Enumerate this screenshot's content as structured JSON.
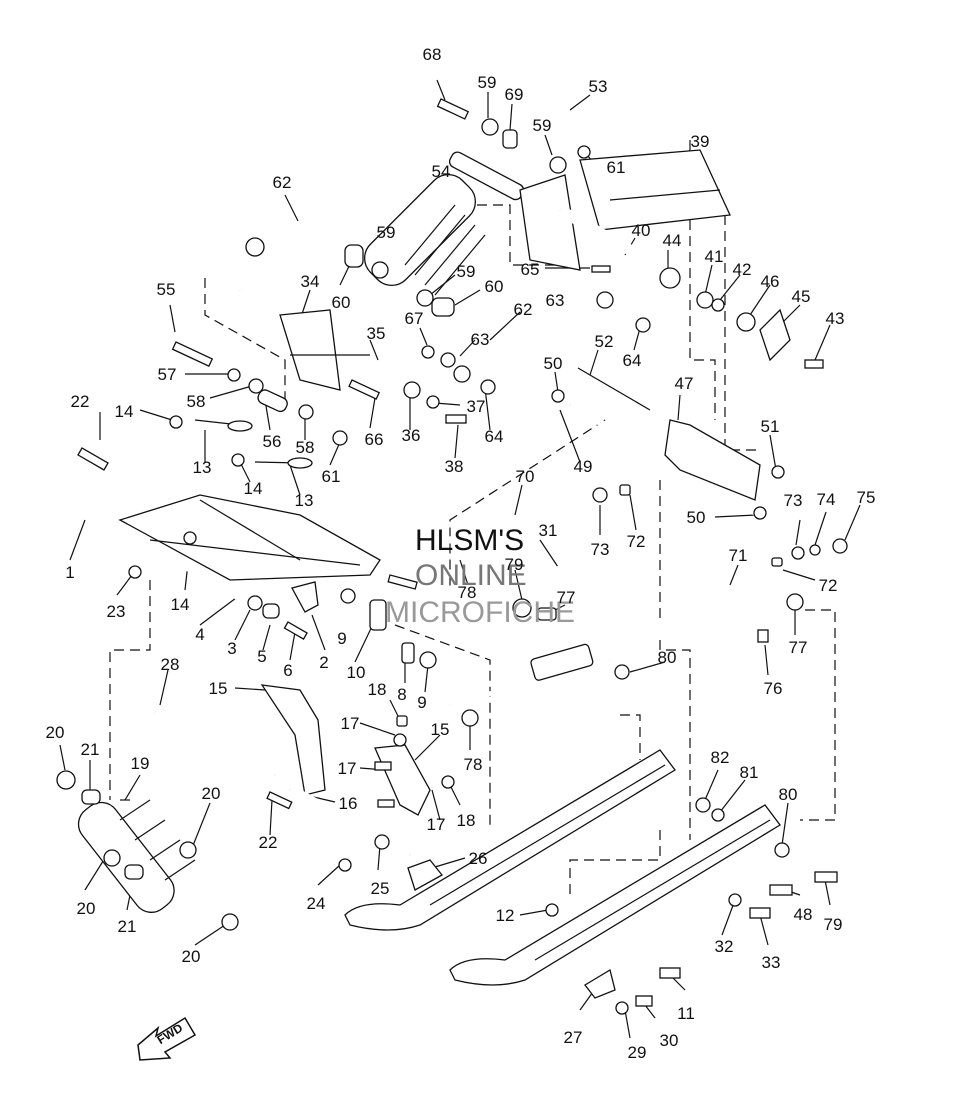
{
  "watermark": {
    "line1": "HLSM'S",
    "line2": "ONLINE",
    "line3": "MICROFICHE"
  },
  "fwd_label": "FWD",
  "labels": [
    {
      "id": "68",
      "text": "68"
    },
    {
      "id": "59a",
      "text": "59"
    },
    {
      "id": "69",
      "text": "69"
    },
    {
      "id": "53",
      "text": "53"
    },
    {
      "id": "59b",
      "text": "59"
    },
    {
      "id": "61a",
      "text": "61"
    },
    {
      "id": "39",
      "text": "39"
    },
    {
      "id": "62a",
      "text": "62"
    },
    {
      "id": "54",
      "text": "54"
    },
    {
      "id": "59c",
      "text": "59"
    },
    {
      "id": "40",
      "text": "40"
    },
    {
      "id": "44",
      "text": "44"
    },
    {
      "id": "65",
      "text": "65"
    },
    {
      "id": "41",
      "text": "41"
    },
    {
      "id": "42",
      "text": "42"
    },
    {
      "id": "46",
      "text": "46"
    },
    {
      "id": "45",
      "text": "45"
    },
    {
      "id": "34",
      "text": "34"
    },
    {
      "id": "60a",
      "text": "60"
    },
    {
      "id": "59d",
      "text": "59"
    },
    {
      "id": "60b",
      "text": "60"
    },
    {
      "id": "63a",
      "text": "63"
    },
    {
      "id": "62b",
      "text": "62"
    },
    {
      "id": "43",
      "text": "43"
    },
    {
      "id": "55",
      "text": "55"
    },
    {
      "id": "35",
      "text": "35"
    },
    {
      "id": "67",
      "text": "67"
    },
    {
      "id": "63b",
      "text": "63"
    },
    {
      "id": "52",
      "text": "52"
    },
    {
      "id": "64a",
      "text": "64"
    },
    {
      "id": "57",
      "text": "57"
    },
    {
      "id": "50a",
      "text": "50"
    },
    {
      "id": "47",
      "text": "47"
    },
    {
      "id": "22a",
      "text": "22"
    },
    {
      "id": "14a",
      "text": "14"
    },
    {
      "id": "58a",
      "text": "58"
    },
    {
      "id": "37",
      "text": "37"
    },
    {
      "id": "64b",
      "text": "64"
    },
    {
      "id": "51",
      "text": "51"
    },
    {
      "id": "56",
      "text": "56"
    },
    {
      "id": "58b",
      "text": "58"
    },
    {
      "id": "66",
      "text": "66"
    },
    {
      "id": "36",
      "text": "36"
    },
    {
      "id": "13a",
      "text": "13"
    },
    {
      "id": "61b",
      "text": "61"
    },
    {
      "id": "38",
      "text": "38"
    },
    {
      "id": "49",
      "text": "49"
    },
    {
      "id": "14b",
      "text": "14"
    },
    {
      "id": "13b",
      "text": "13"
    },
    {
      "id": "70",
      "text": "70"
    },
    {
      "id": "73a",
      "text": "73"
    },
    {
      "id": "74",
      "text": "74"
    },
    {
      "id": "75",
      "text": "75"
    },
    {
      "id": "50b",
      "text": "50"
    },
    {
      "id": "31",
      "text": "31"
    },
    {
      "id": "1",
      "text": "1"
    },
    {
      "id": "73b",
      "text": "73"
    },
    {
      "id": "72a",
      "text": "72"
    },
    {
      "id": "71",
      "text": "71"
    },
    {
      "id": "79a",
      "text": "79"
    },
    {
      "id": "14c",
      "text": "14"
    },
    {
      "id": "23",
      "text": "23"
    },
    {
      "id": "72b",
      "text": "72"
    },
    {
      "id": "78a",
      "text": "78"
    },
    {
      "id": "77a",
      "text": "77"
    },
    {
      "id": "4",
      "text": "4"
    },
    {
      "id": "3",
      "text": "3"
    },
    {
      "id": "9a",
      "text": "9"
    },
    {
      "id": "5",
      "text": "5"
    },
    {
      "id": "6",
      "text": "6"
    },
    {
      "id": "2",
      "text": "2"
    },
    {
      "id": "10",
      "text": "10"
    },
    {
      "id": "77b",
      "text": "77"
    },
    {
      "id": "76",
      "text": "76"
    },
    {
      "id": "28",
      "text": "28"
    },
    {
      "id": "80a",
      "text": "80"
    },
    {
      "id": "15a",
      "text": "15"
    },
    {
      "id": "8",
      "text": "8"
    },
    {
      "id": "9b",
      "text": "9"
    },
    {
      "id": "18a",
      "text": "18"
    },
    {
      "id": "17a",
      "text": "17"
    },
    {
      "id": "15b",
      "text": "15"
    },
    {
      "id": "20a",
      "text": "20"
    },
    {
      "id": "21a",
      "text": "21"
    },
    {
      "id": "78b",
      "text": "78"
    },
    {
      "id": "19",
      "text": "19"
    },
    {
      "id": "17b",
      "text": "17"
    },
    {
      "id": "82",
      "text": "82"
    },
    {
      "id": "81",
      "text": "81"
    },
    {
      "id": "80b",
      "text": "80"
    },
    {
      "id": "20b",
      "text": "20"
    },
    {
      "id": "16",
      "text": "16"
    },
    {
      "id": "22b",
      "text": "22"
    },
    {
      "id": "17c",
      "text": "17"
    },
    {
      "id": "18b",
      "text": "18"
    },
    {
      "id": "20c",
      "text": "20"
    },
    {
      "id": "26",
      "text": "26"
    },
    {
      "id": "24",
      "text": "24"
    },
    {
      "id": "25",
      "text": "25"
    },
    {
      "id": "21b",
      "text": "21"
    },
    {
      "id": "12",
      "text": "12"
    },
    {
      "id": "48",
      "text": "48"
    },
    {
      "id": "79b",
      "text": "79"
    },
    {
      "id": "32",
      "text": "32"
    },
    {
      "id": "33",
      "text": "33"
    },
    {
      "id": "20d",
      "text": "20"
    },
    {
      "id": "11",
      "text": "11"
    },
    {
      "id": "27",
      "text": "27"
    },
    {
      "id": "30",
      "text": "30"
    },
    {
      "id": "29",
      "text": "29"
    }
  ]
}
